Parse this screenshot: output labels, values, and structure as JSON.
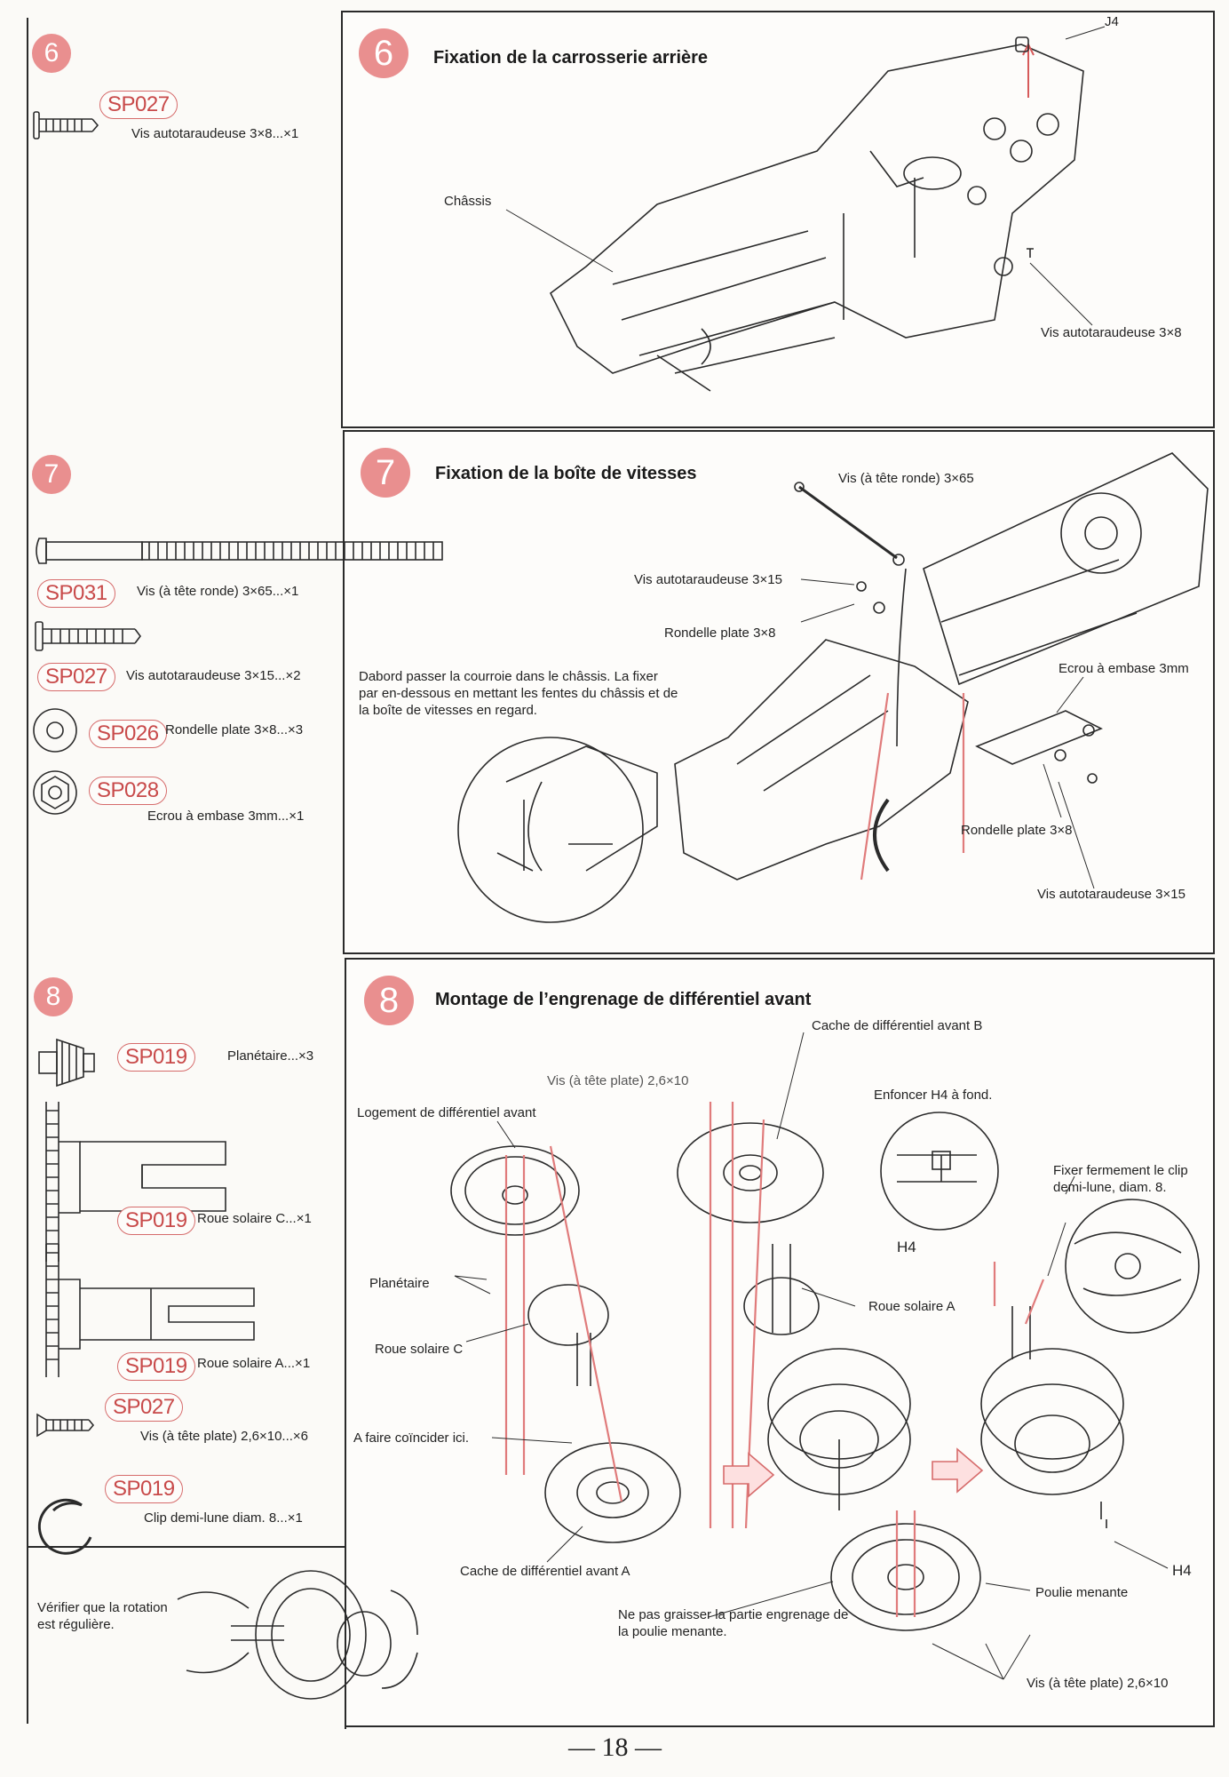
{
  "page_number": "— 18 —",
  "steps": {
    "s6": {
      "badge": "6",
      "title": "Fixation de la carrosserie arrière",
      "parts": [
        {
          "code": "SP027",
          "desc": "Vis autotaraudeuse 3×8...×1"
        }
      ],
      "labels": {
        "j4": "J4",
        "chassis": "Châssis",
        "screw": "Vis autotaraudeuse 3×8"
      }
    },
    "s7": {
      "badge": "7",
      "title": "Fixation de la boîte de vitesses",
      "parts": [
        {
          "code": "SP031",
          "desc": "Vis (à tête ronde) 3×65...×1"
        },
        {
          "code": "SP027",
          "desc": "Vis autotaraudeuse 3×15...×2"
        },
        {
          "code": "SP026",
          "desc": "Rondelle plate 3×8...×3"
        },
        {
          "code": "SP028",
          "desc": "Ecrou à embase 3mm...×1"
        }
      ],
      "labels": {
        "round_screw": "Vis (à tête ronde) 3×65",
        "self_tap_top": "Vis autotaraudeuse 3×15",
        "washer_top": "Rondelle plate 3×8",
        "nut": "Ecrou à embase 3mm",
        "washer_bottom": "Rondelle plate 3×8",
        "self_tap_bottom": "Vis autotaraudeuse 3×15",
        "note": "Dabord passer la courroie dans le châssis. La fixer par en-dessous en mettant les fentes du châssis et de la boîte de vitesses en regard."
      }
    },
    "s8": {
      "badge": "8",
      "title": "Montage de l’engrenage de différentiel avant",
      "parts": [
        {
          "code": "SP019",
          "desc": "Planétaire...×3"
        },
        {
          "code": "SP019",
          "desc": "Roue solaire C...×1"
        },
        {
          "code": "SP019",
          "desc": "Roue solaire A...×1"
        },
        {
          "code": "SP027",
          "desc": "Vis (à tête plate) 2,6×10...×6"
        },
        {
          "code": "SP019",
          "desc": "Clip demi-lune diam. 8...×1"
        }
      ],
      "verify_note": "Vérifier que la rotation est régulière.",
      "labels": {
        "cover_b": "Cache de différentiel avant B",
        "flat_screw_top": "Vis (à tête plate) 2,6×10",
        "push_h4": "Enfoncer H4 à fond.",
        "housing": "Logement de différentiel avant",
        "clip_note": "Fixer fermement le clip demi-lune, diam. 8.",
        "h4_top": "H4",
        "planetaire": "Planétaire",
        "sun_a": "Roue solaire A",
        "sun_c": "Roue solaire C",
        "align": "A faire coïncider ici.",
        "h4_bottom": "H4",
        "cover_a": "Cache de différentiel avant A",
        "pulley": "Poulie menante",
        "no_grease": "Ne pas graisser la partie engrenage de la poulie menante.",
        "flat_screw_bottom": "Vis (à tête plate) 2,6×10"
      }
    }
  }
}
